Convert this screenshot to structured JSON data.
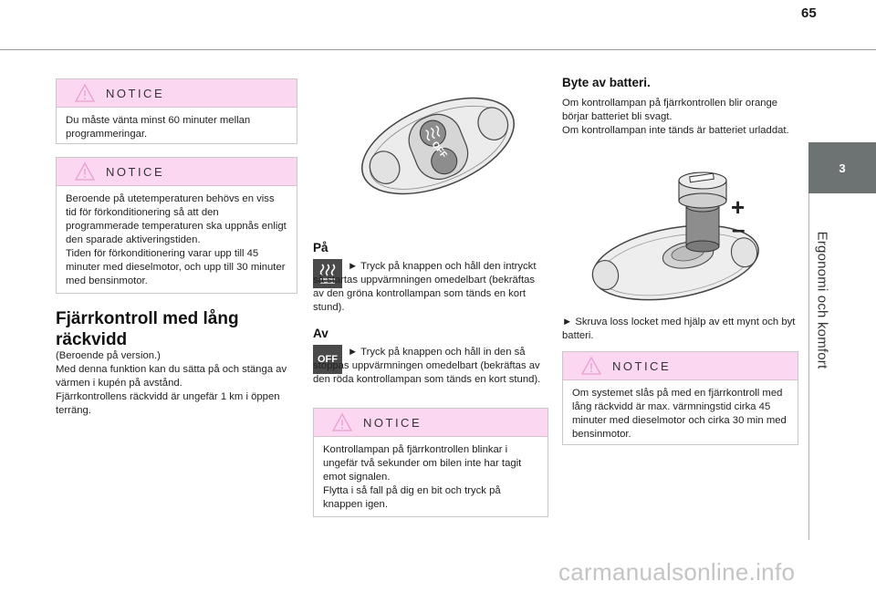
{
  "page": {
    "number": "65"
  },
  "sidebar": {
    "chapter_number": "3",
    "chapter_title": "Ergonomi och komfort"
  },
  "left_column": {
    "notice1": {
      "title": "NOTICE",
      "body": "Du måste vänta minst 60 minuter mellan programmeringar."
    },
    "notice2": {
      "title": "NOTICE",
      "line1": "Beroende på utetemperaturen behövs en viss tid för förkonditionering så att den programmerade temperaturen ska uppnås enligt den sparade aktiveringstiden.",
      "line2": "Tiden för förkonditionering varar upp till 45 minuter med dieselmotor, och upp till 30 minuter med bensinmotor."
    },
    "heading": "Fjärrkontroll med lång räckvidd",
    "para1": "(Beroende på version.)",
    "para2": "Med denna funktion kan du sätta på och stänga av värmen i kupén på avstånd.",
    "para3": "Fjärrkontrollens räckvidd är ungefär 1 km i öppen terräng."
  },
  "middle_column": {
    "remote_off_label": "OFF",
    "on_heading": "På",
    "on_text": "► Tryck på knappen och håll den intryckt så startas uppvärmningen omedelbart (bekräftas av den gröna kontrollampan som tänds en kort stund).",
    "off_heading": "Av",
    "off_icon_label": "OFF",
    "off_text": "► Tryck på knappen och håll in den så stoppas uppvärmningen omedelbart (bekräftas av den röda kontrollampan som tänds en kort stund).",
    "notice3": {
      "title": "NOTICE",
      "line1": "Kontrollampan på fjärrkontrollen blinkar i ungefär två sekunder om bilen inte har tagit emot signalen.",
      "line2": "Flytta i så fall på dig en bit och tryck på knappen igen."
    }
  },
  "right_column": {
    "heading": "Byte av batteri.",
    "line1": "Om kontrollampan på fjärrkontrollen blir orange börjar batteriet bli svagt.",
    "line2": "Om kontrollampan inte tänds är batteriet urladdat.",
    "plus_label": "+",
    "minus_label": "–",
    "step": "► Skruva loss locket med hjälp av ett mynt och byt batteri.",
    "notice4": {
      "title": "NOTICE",
      "body": "Om systemet slås på med en fjärrkontroll med lång räckvidd är max. värmningstid cirka 45 minuter med dieselmotor och cirka 30 min med bensinmotor."
    }
  },
  "colors": {
    "notice_header": "#fbd7f2",
    "side_tab": "#6d7372",
    "warning_icon": "#e8a0cf",
    "icon_dark": "#4a4a4a"
  },
  "watermark": "carmanualsonline.info"
}
